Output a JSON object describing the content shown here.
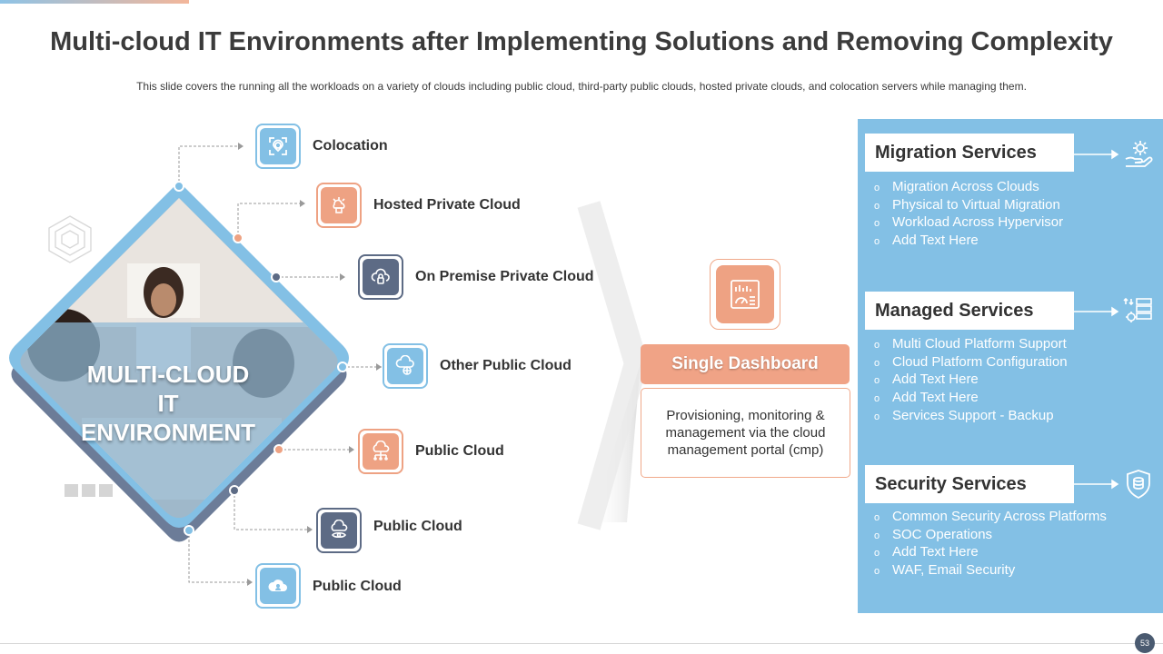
{
  "title": "Multi-cloud IT Environments after Implementing Solutions and Removing Complexity",
  "subtitle": "This slide covers the running all the workloads on a variety of clouds including public cloud, third-party public clouds, hosted private clouds, and colocation servers while managing them.",
  "center_label": "MULTI-CLOUD IT ENVIRONMENT",
  "center_label_lines": [
    "MULTI-CLOUD",
    "IT",
    "ENVIRONMENT"
  ],
  "items": [
    {
      "label": "Colocation",
      "icon": "location-icon",
      "color": "#83c0e5"
    },
    {
      "label": "Hosted Private Cloud",
      "icon": "hosted-cloud-icon",
      "color": "#eea283"
    },
    {
      "label": "On Premise Private Cloud",
      "icon": "cloud-lock-icon",
      "color": "#5d6b85"
    },
    {
      "label": "Other Public Cloud",
      "icon": "cloud-globe-icon",
      "color": "#83c0e5"
    },
    {
      "label": "Public Cloud",
      "icon": "cloud-network-icon",
      "color": "#eea283"
    },
    {
      "label": "Public Cloud",
      "icon": "cloud-eye-icon",
      "color": "#5d6b85"
    },
    {
      "label": "Public Cloud",
      "icon": "cloud-user-icon",
      "color": "#83c0e5"
    }
  ],
  "dashboard": {
    "title": "Single Dashboard",
    "description": "Provisioning, monitoring & management via the cloud management portal (cmp)",
    "icon": "dashboard-icon"
  },
  "services": [
    {
      "title": "Migration Services",
      "icon": "gear-hand-icon",
      "bullets": [
        "Migration Across Clouds",
        "Physical to Virtual Migration",
        "Workload Across Hypervisor",
        "Add Text Here"
      ]
    },
    {
      "title": "Managed Services",
      "icon": "server-settings-icon",
      "bullets": [
        "Multi Cloud Platform Support",
        "Cloud Platform Configuration",
        "Add Text Here",
        "Add Text Here",
        "Services Support - Backup"
      ]
    },
    {
      "title": "Security Services",
      "icon": "shield-database-icon",
      "bullets": [
        "Common Security Across Platforms",
        "SOC Operations",
        "Add Text Here",
        "WAF, Email Security"
      ]
    }
  ],
  "bullet_marker": "o",
  "page_number": "53",
  "colors": {
    "blue": "#83c0e5",
    "orange": "#eea283",
    "slate": "#5d6b85",
    "title": "#3b3b3b"
  }
}
